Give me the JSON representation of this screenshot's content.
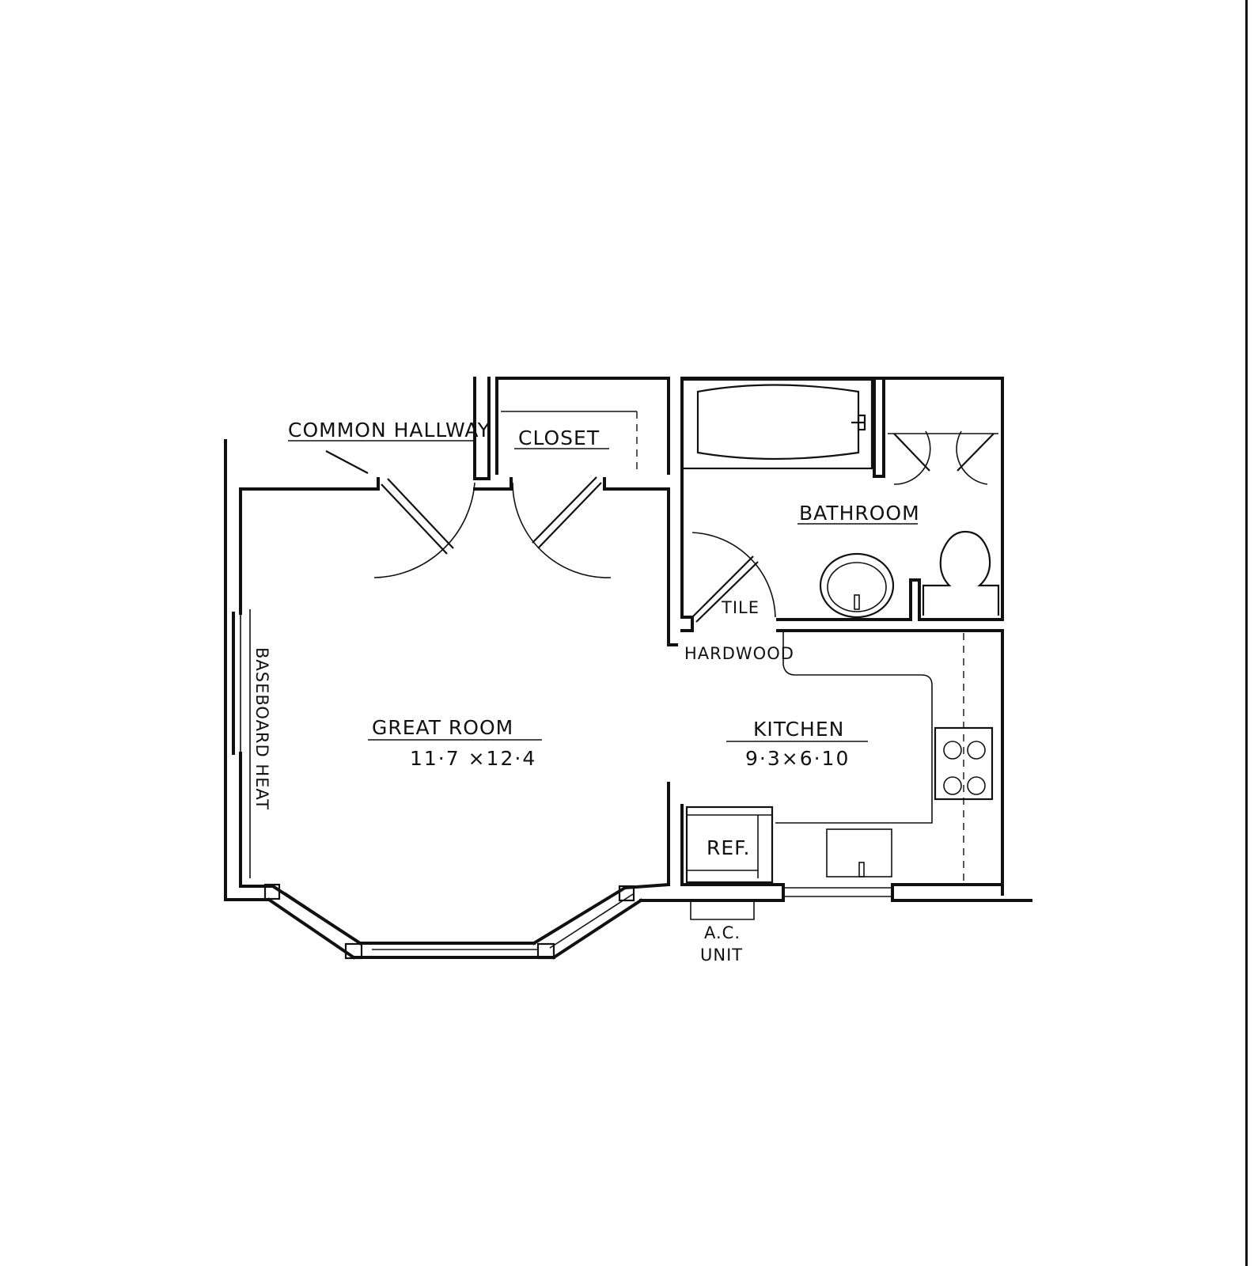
{
  "labels": {
    "common_hallway": "COMMON HALLWAY",
    "closet": "CLOSET",
    "bathroom": "BATHROOM",
    "tile": "TILE",
    "hardwood": "HARDWOOD",
    "great_room": "GREAT ROOM",
    "great_room_dim": "11·7 ×12·4",
    "kitchen": "KITCHEN",
    "kitchen_dim": "9·3×6·10",
    "baseboard_heat": "BASEBOARD HEAT",
    "ref": "REF.",
    "ac_line1": "A.C.",
    "ac_line2": "UNIT"
  }
}
